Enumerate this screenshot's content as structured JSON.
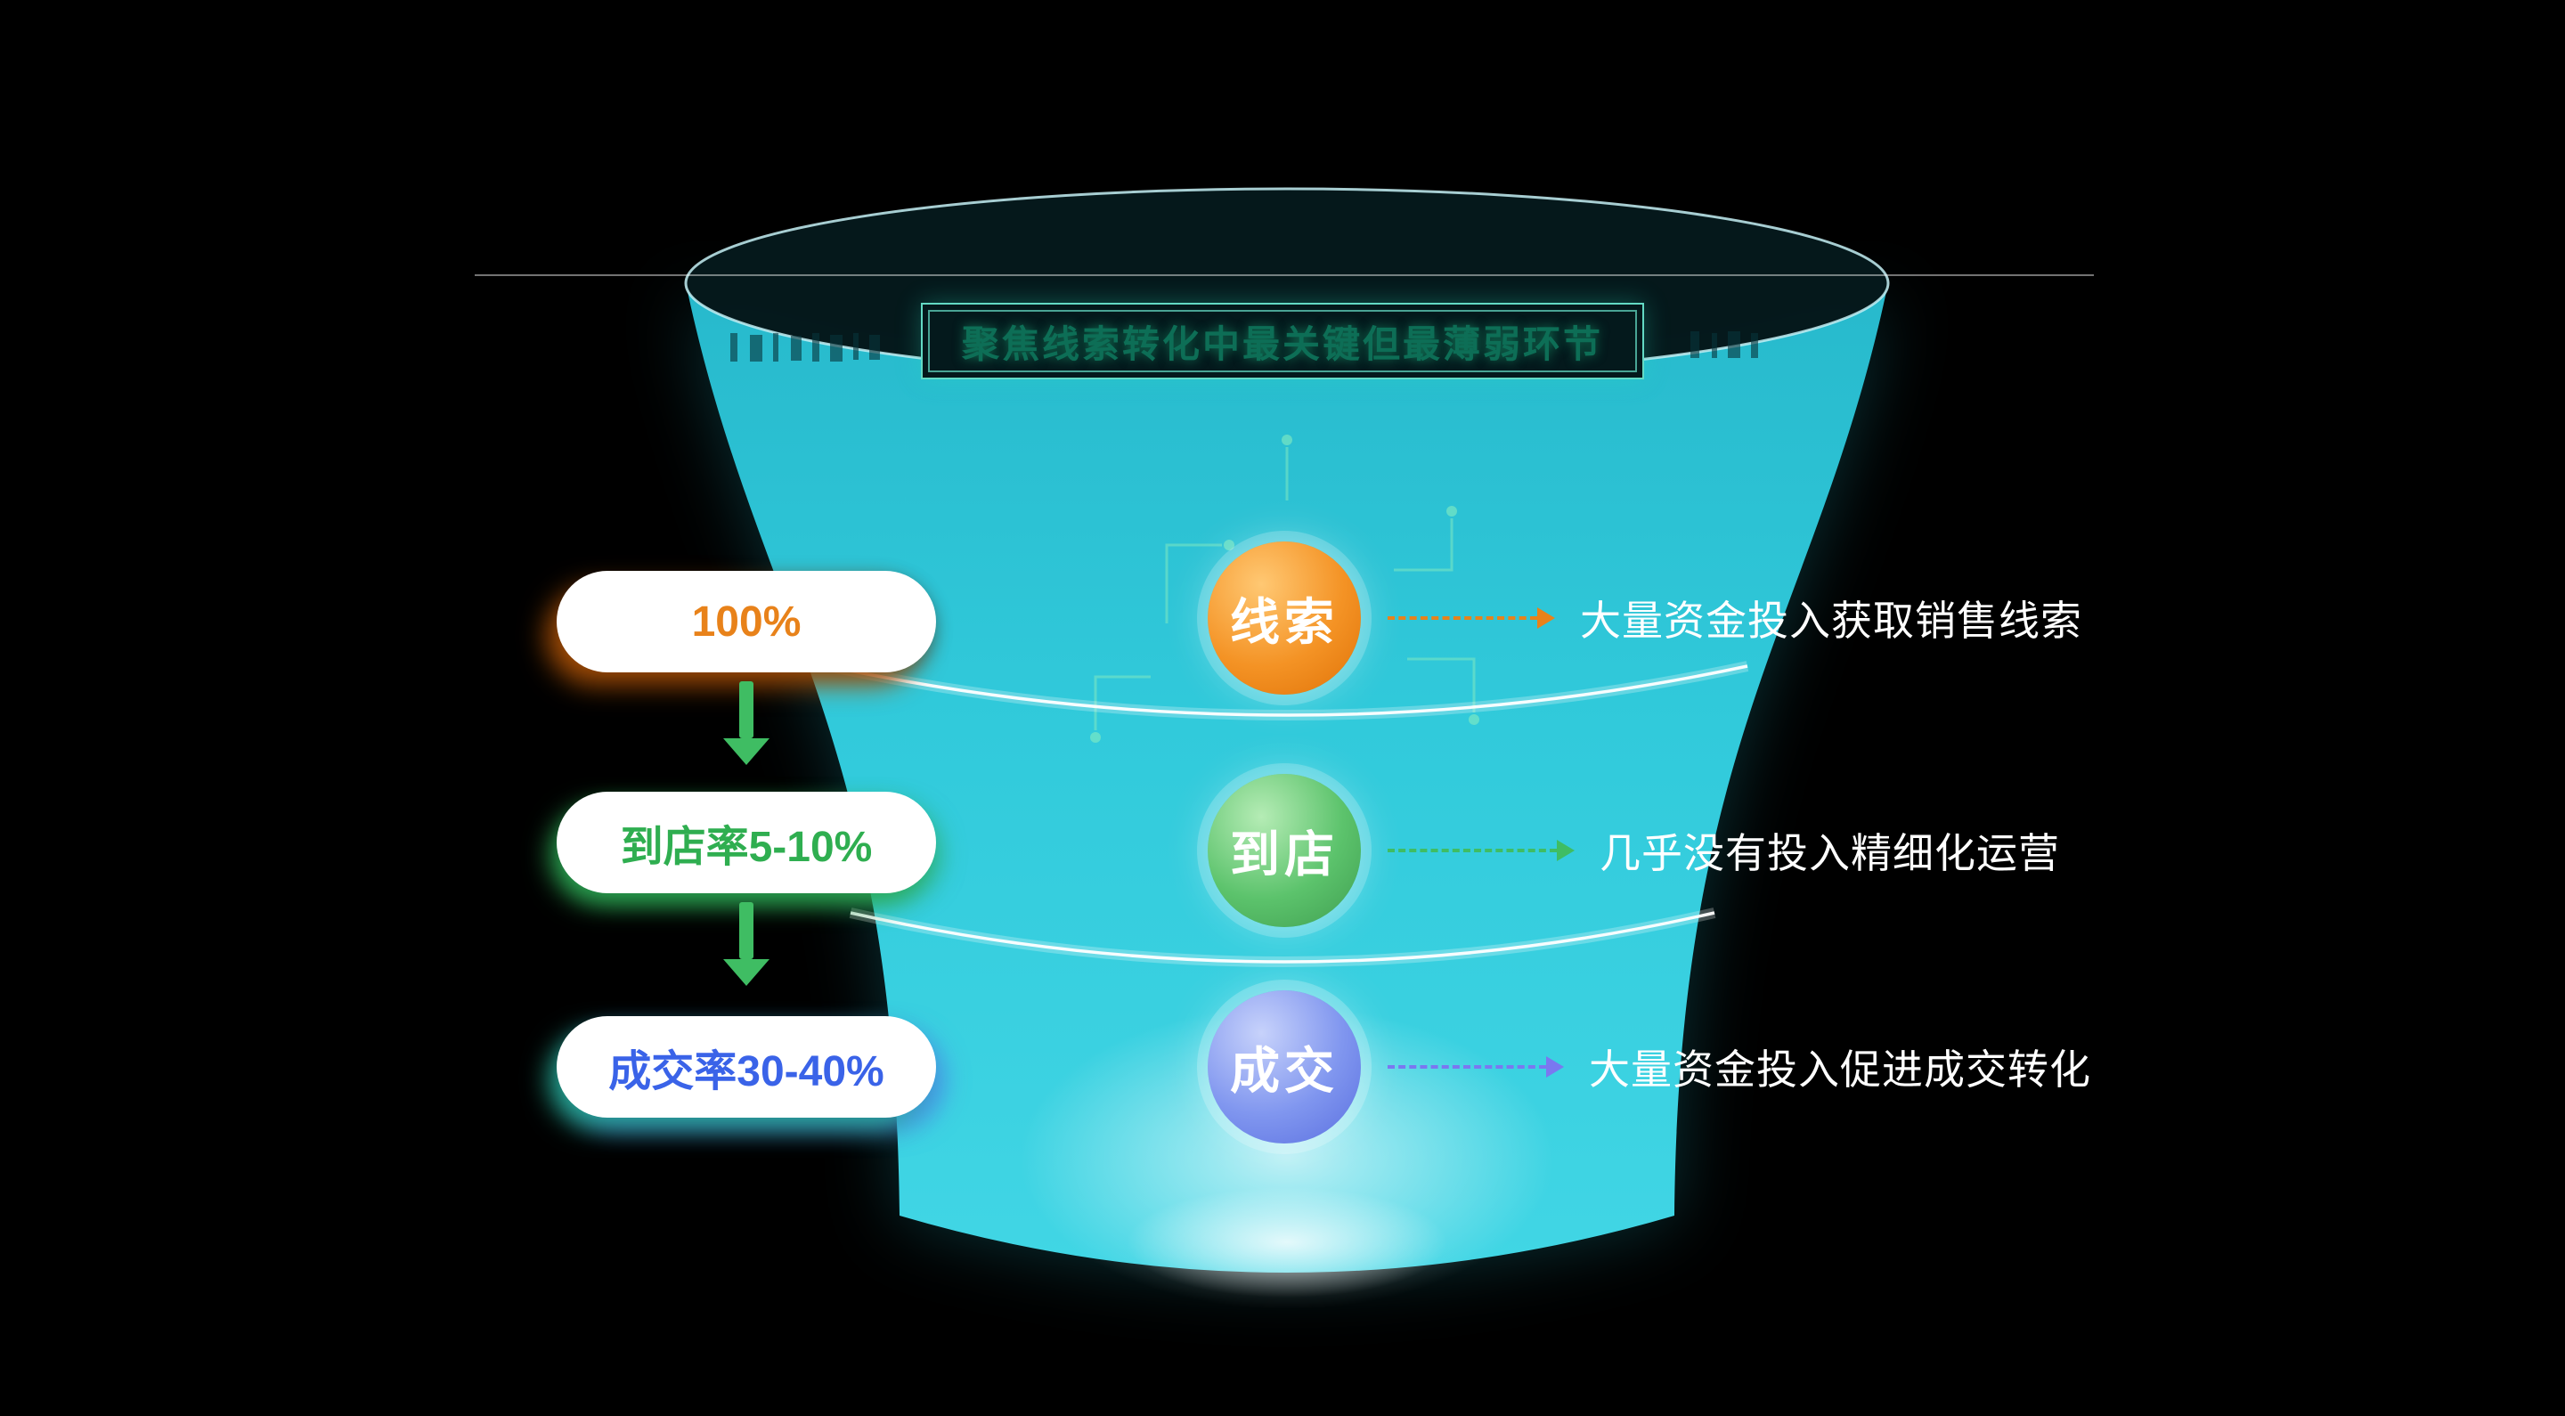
{
  "title": "聚焦线索转化中最关键但最薄弱环节",
  "stages": [
    {
      "id": "leads",
      "node": "线索",
      "pill": "100%",
      "note": "大量资金投入获取销售线索",
      "accent": "#ee8a1f"
    },
    {
      "id": "visit",
      "node": "到店",
      "pill": "到店率5-10%",
      "note": "几乎没有投入精细化运营",
      "accent": "#44bd63"
    },
    {
      "id": "deal",
      "node": "成交",
      "pill": "成交率30-40%",
      "note": "大量资金投入促进成交转化",
      "accent": "#7a78f0"
    }
  ],
  "colors": {
    "background": "#000000",
    "funnel_fill": "#31cadb",
    "title_border": "#3ae0bf",
    "title_text": "#0d6e56",
    "pill_bg": "#ffffff",
    "down_arrow": "#3fbd63"
  }
}
